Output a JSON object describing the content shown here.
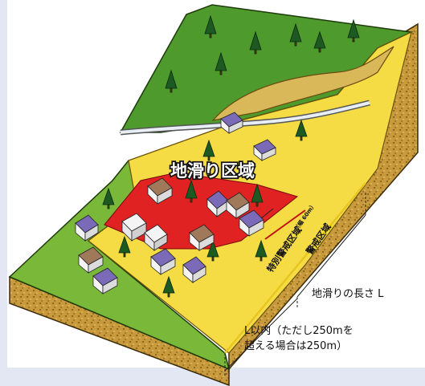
{
  "diagram": {
    "title": "地滑り区域",
    "special_zone_label": "特別警戒区域",
    "special_zone_note": "（幅 60m）",
    "warning_zone_label": "警戒区域",
    "length_label": "地滑りの長さ L",
    "range_line1": "L以内（ただし250mを",
    "range_line2": "超える場合は250m）"
  },
  "colors": {
    "grass": "#4f9a2c",
    "grass_light": "#8cc94a",
    "warning_zone": "#f5dc45",
    "special_zone": "#e12222",
    "soil": "#c89a3c",
    "soil_dark": "#a07a28",
    "road": "#e8eef5"
  }
}
